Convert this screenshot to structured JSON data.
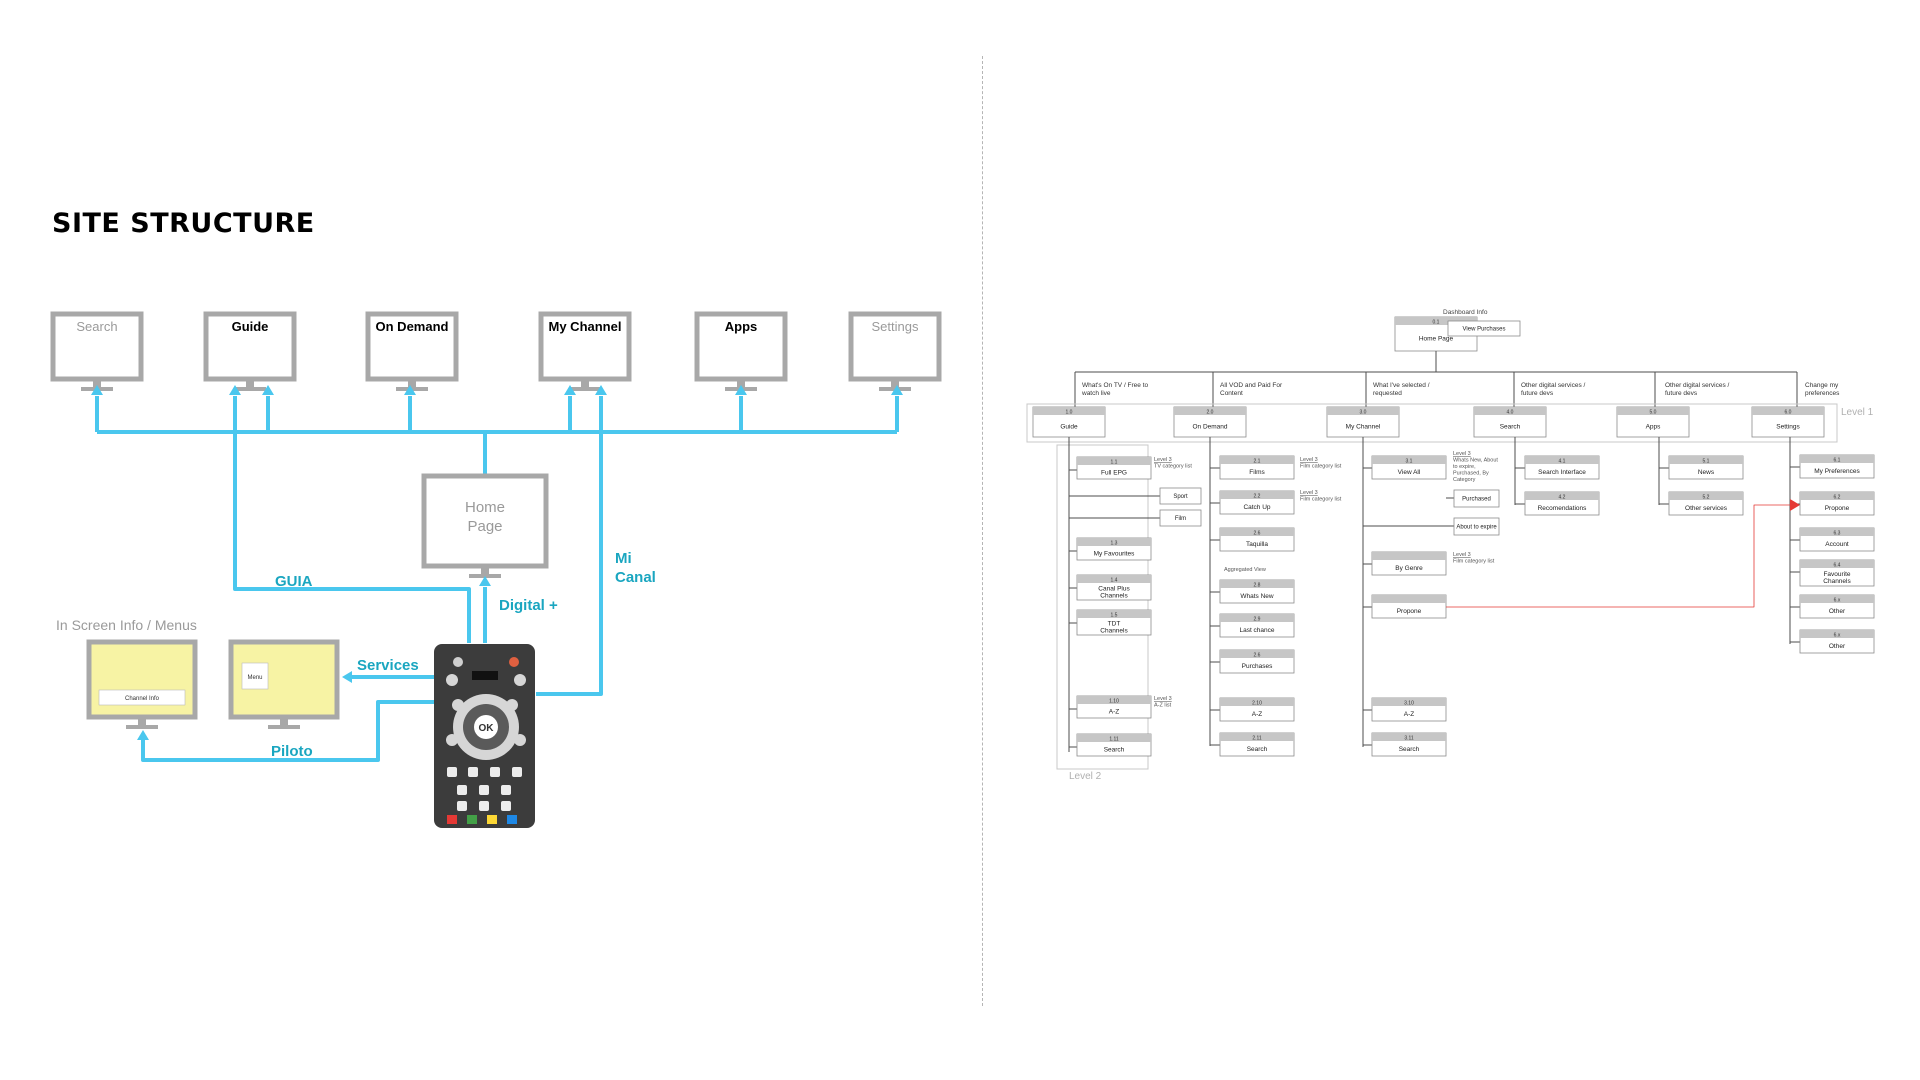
{
  "title": "SITE STRUCTURE",
  "colors": {
    "accent": "#4ac7ee",
    "accent_text": "#1aa6c0",
    "screen_frame": "#a8a8a8",
    "screen_highlight": "#f7f3a4",
    "remote_body": "#3c3c3c",
    "link_red": "#e53935"
  },
  "left": {
    "top_screens": [
      "Search",
      "Guide",
      "On Demand",
      "My Channel",
      "Apps",
      "Settings"
    ],
    "home_screen": [
      "Home",
      "Page"
    ],
    "info_heading": "In Screen Info / Menus",
    "info_screen_label": "Channel Info",
    "menu_screen_label": "Menu",
    "labels": {
      "guia": "GUIA",
      "digital": "Digital +",
      "mi": "Mi",
      "canal": "Canal",
      "services": "Services",
      "piloto": "Piloto"
    },
    "remote": {
      "ok": "OK"
    }
  },
  "right": {
    "root": {
      "code": "0.1",
      "label": "Home Page"
    },
    "dashboard_info": "Dashboard Info",
    "view_purchases": "View Purchases",
    "level1_label": "Level 1",
    "level2_label": "Level 2",
    "descriptions": [
      [
        "What's On TV / Free to",
        "watch live"
      ],
      [
        "All VOD and Paid For",
        "Content"
      ],
      [
        "What I've selected /",
        "requested"
      ],
      [
        "Other digital services /",
        "future devs"
      ],
      [
        "Other digital services /",
        "future devs"
      ],
      [
        "Change my",
        "preferences"
      ]
    ],
    "sections": [
      {
        "code": "1.0",
        "label": "Guide"
      },
      {
        "code": "2.0",
        "label": "On Demand"
      },
      {
        "code": "3.0",
        "label": "My Channel"
      },
      {
        "code": "4.0",
        "label": "Search"
      },
      {
        "code": "5.0",
        "label": "Apps"
      },
      {
        "code": "6.0",
        "label": "Settings"
      }
    ],
    "guide_items": [
      {
        "code": "1.1",
        "label": [
          "Full EPG"
        ]
      },
      {
        "code": "1.3",
        "label": [
          "My Favourites"
        ]
      },
      {
        "code": "1.4",
        "label": [
          "Canal Plus",
          "Channels"
        ]
      },
      {
        "code": "1.5",
        "label": [
          "TDT",
          "Channels"
        ]
      },
      {
        "code": "1.10",
        "label": [
          "A-Z"
        ]
      },
      {
        "code": "1.11",
        "label": [
          "Search"
        ]
      }
    ],
    "guide_extras": [
      "Sport",
      "Film"
    ],
    "guide_notes": [
      [
        "Level 3",
        "TV category list"
      ],
      [
        "Level 3",
        "A-Z list"
      ]
    ],
    "ondemand_items": [
      {
        "code": "2.1",
        "label": [
          "Films"
        ]
      },
      {
        "code": "2.2",
        "label": [
          "Catch Up"
        ]
      },
      {
        "code": "2.6",
        "label": [
          "Taquilla"
        ]
      },
      {
        "code": "2.8",
        "label": [
          "Whats New"
        ]
      },
      {
        "code": "2.9",
        "label": [
          "Last chance"
        ]
      },
      {
        "code": "2.6",
        "label": [
          "Purchases"
        ]
      },
      {
        "code": "2.10",
        "label": [
          "A-Z"
        ]
      },
      {
        "code": "2.11",
        "label": [
          "Search"
        ]
      }
    ],
    "ondemand_notes": [
      [
        "Level 3",
        "Film category list"
      ],
      [
        "Level 3",
        "Film category list"
      ]
    ],
    "aggregated_view": "Aggregated View",
    "mychannel_items": [
      {
        "code": "3.1",
        "label": [
          "View All"
        ]
      },
      {
        "code": "",
        "label": [
          "By Genre"
        ]
      },
      {
        "code": "",
        "label": [
          "Propone"
        ]
      },
      {
        "code": "3.10",
        "label": [
          "A-Z"
        ]
      },
      {
        "code": "3.11",
        "label": [
          "Search"
        ]
      }
    ],
    "mychannel_notes": [
      [
        "Level 3",
        "Whats New, About",
        "to expire,",
        "Purchased, By",
        "Category"
      ],
      [
        "Level 3",
        "Film category list"
      ]
    ],
    "mychannel_extras": [
      "Purchased",
      "About to expire"
    ],
    "search_items": [
      {
        "code": "4.1",
        "label": [
          "Search Interface"
        ]
      },
      {
        "code": "4.2",
        "label": [
          "Recomendations"
        ]
      }
    ],
    "apps_items": [
      {
        "code": "5.1",
        "label": [
          "News"
        ]
      },
      {
        "code": "5.2",
        "label": [
          "Other services"
        ]
      }
    ],
    "settings_items": [
      {
        "code": "6.1",
        "label": [
          "My Preferences"
        ]
      },
      {
        "code": "6.2",
        "label": [
          "Propone"
        ]
      },
      {
        "code": "6.3",
        "label": [
          "Account"
        ]
      },
      {
        "code": "6.4",
        "label": [
          "Favourite",
          "Channels"
        ]
      },
      {
        "code": "6.x",
        "label": [
          "Other"
        ]
      },
      {
        "code": "6.x",
        "label": [
          "Other"
        ]
      }
    ]
  }
}
